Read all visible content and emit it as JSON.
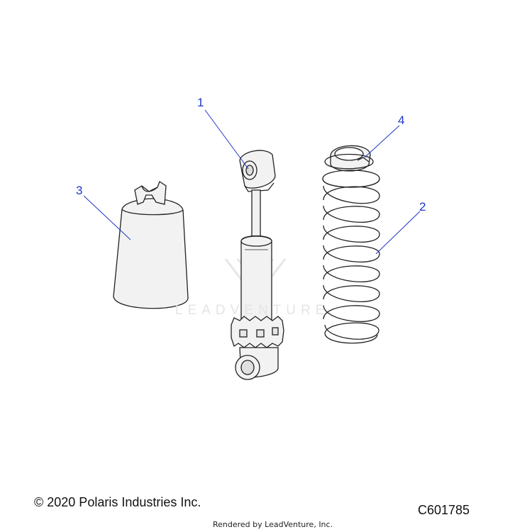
{
  "callouts": {
    "item1": "1",
    "item2": "2",
    "item3": "3",
    "item4": "4"
  },
  "watermark": "LEADVENTURE",
  "footer": {
    "copyright": "© 2020 Polaris Industries Inc.",
    "diagram_code": "C601785",
    "rendered_by": "Rendered by LeadVenture, Inc."
  },
  "colors": {
    "callout": "#1f35c8",
    "outline": "#222222",
    "fill": "#f2f2f2"
  }
}
